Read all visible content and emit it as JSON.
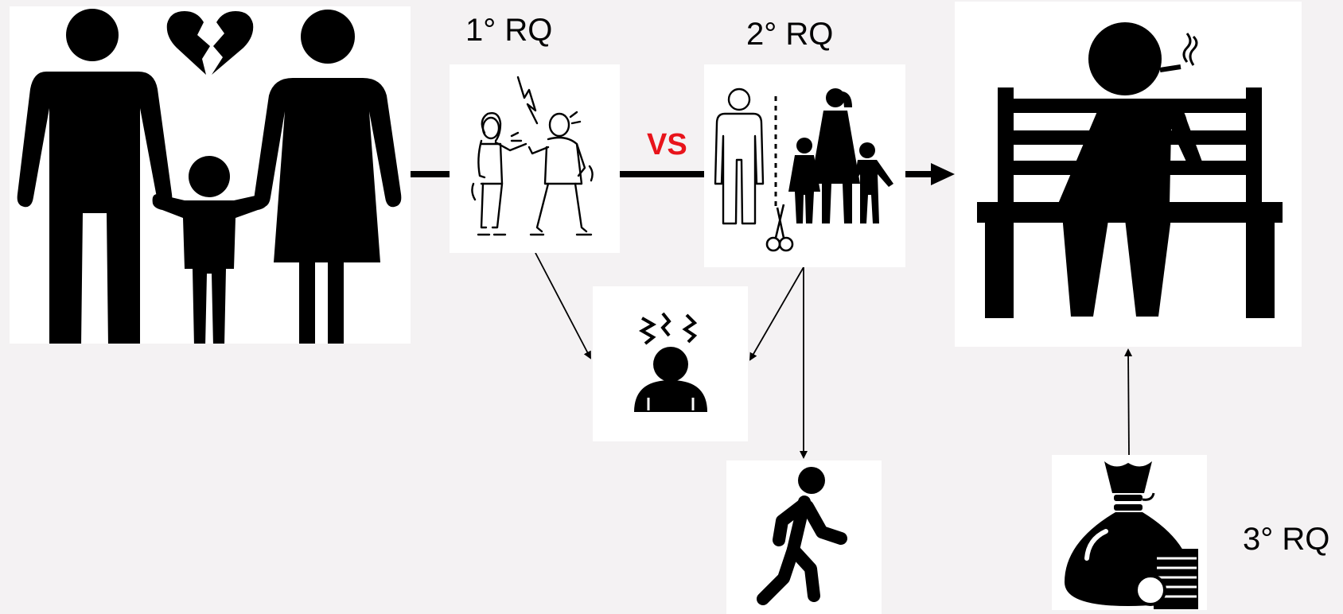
{
  "labels": {
    "rq1": "1° RQ",
    "rq2": "2° RQ",
    "rq3": "3° RQ",
    "vs": "VS"
  },
  "colors": {
    "background": "#f4f2f3",
    "vs_text": "#e8141b",
    "ink": "#000000",
    "panel": "#ffffff"
  },
  "icons": {
    "family": "family-broken-heart-icon",
    "conflict": "couple-arguing-icon",
    "separation": "separated-family-scissors-icon",
    "stress": "stressed-person-icon",
    "leaving": "walking-person-icon",
    "bench": "person-smoking-on-bench-icon",
    "money": "money-bag-coins-icon"
  }
}
